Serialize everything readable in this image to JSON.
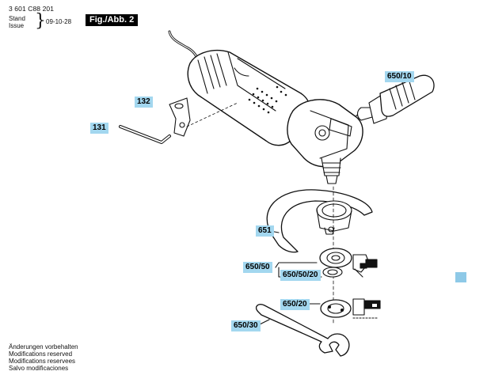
{
  "header": {
    "part_number": "3 601 C88 201",
    "stand_label": "Stand",
    "issue_label": "Issue",
    "date": "09-10-28",
    "figure_label": "Fig./Abb. 2"
  },
  "labels": {
    "l_650_10": "650/10",
    "l_132": "132",
    "l_131": "131",
    "l_651": "651",
    "l_650_50": "650/50",
    "l_650_50_20": "650/50/20",
    "l_650_20": "650/20",
    "l_650_30": "650/30"
  },
  "footer": [
    "Änderungen vorbehalten",
    "Modifications reserved",
    "Modifications reservees",
    "Salvo modificaciones"
  ],
  "colors": {
    "label_bg": "#a3d7ef",
    "side_tab": "#8ec9e7",
    "line": "#111111"
  }
}
